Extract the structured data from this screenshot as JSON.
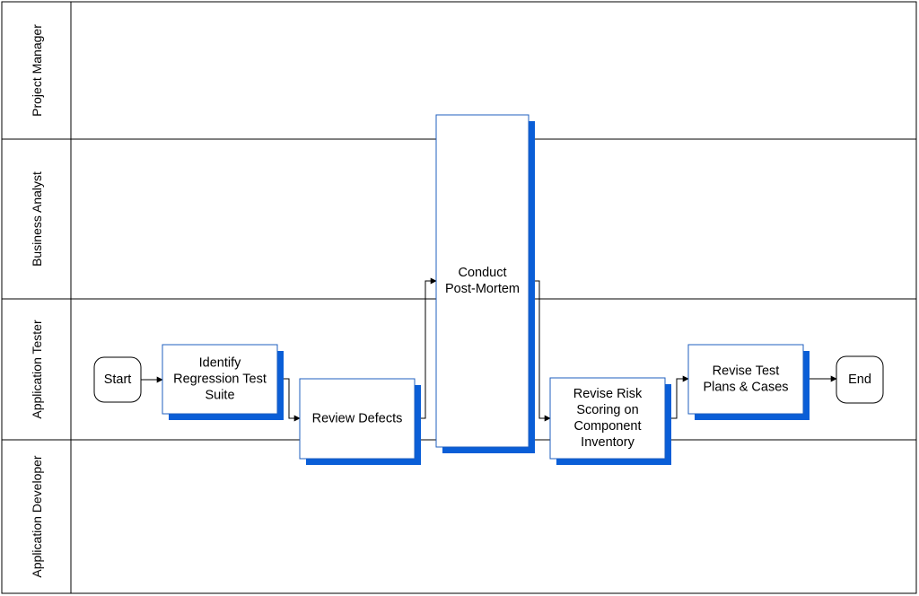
{
  "diagram": {
    "lanes": [
      {
        "id": "pm",
        "label": "Project Manager"
      },
      {
        "id": "ba",
        "label": "Business Analyst"
      },
      {
        "id": "tester",
        "label": "Application Tester"
      },
      {
        "id": "dev",
        "label": "Application Developer"
      }
    ],
    "nodes": {
      "start": {
        "type": "terminal",
        "lines": [
          "Start"
        ]
      },
      "identify": {
        "type": "process",
        "lines": [
          "Identify",
          "Regression Test",
          "Suite"
        ]
      },
      "review": {
        "type": "process",
        "lines": [
          "Review Defects"
        ]
      },
      "conduct": {
        "type": "process",
        "lines": [
          "Conduct",
          "Post-Mortem"
        ]
      },
      "revise_risk": {
        "type": "process",
        "lines": [
          "Revise Risk",
          "Scoring on",
          "Component",
          "Inventory"
        ]
      },
      "revise_test": {
        "type": "process",
        "lines": [
          "Revise Test",
          "Plans & Cases"
        ]
      },
      "end": {
        "type": "terminal",
        "lines": [
          "End"
        ]
      }
    },
    "edges": [
      {
        "from": "start",
        "to": "identify"
      },
      {
        "from": "identify",
        "to": "review"
      },
      {
        "from": "review",
        "to": "conduct"
      },
      {
        "from": "conduct",
        "to": "revise_risk"
      },
      {
        "from": "revise_risk",
        "to": "revise_test"
      },
      {
        "from": "revise_test",
        "to": "end"
      }
    ],
    "colors": {
      "box_border": "#1f5fbf",
      "box_shadow": "#0a5ed7",
      "line": "#000000",
      "terminal_fill": "#ffffff"
    }
  }
}
